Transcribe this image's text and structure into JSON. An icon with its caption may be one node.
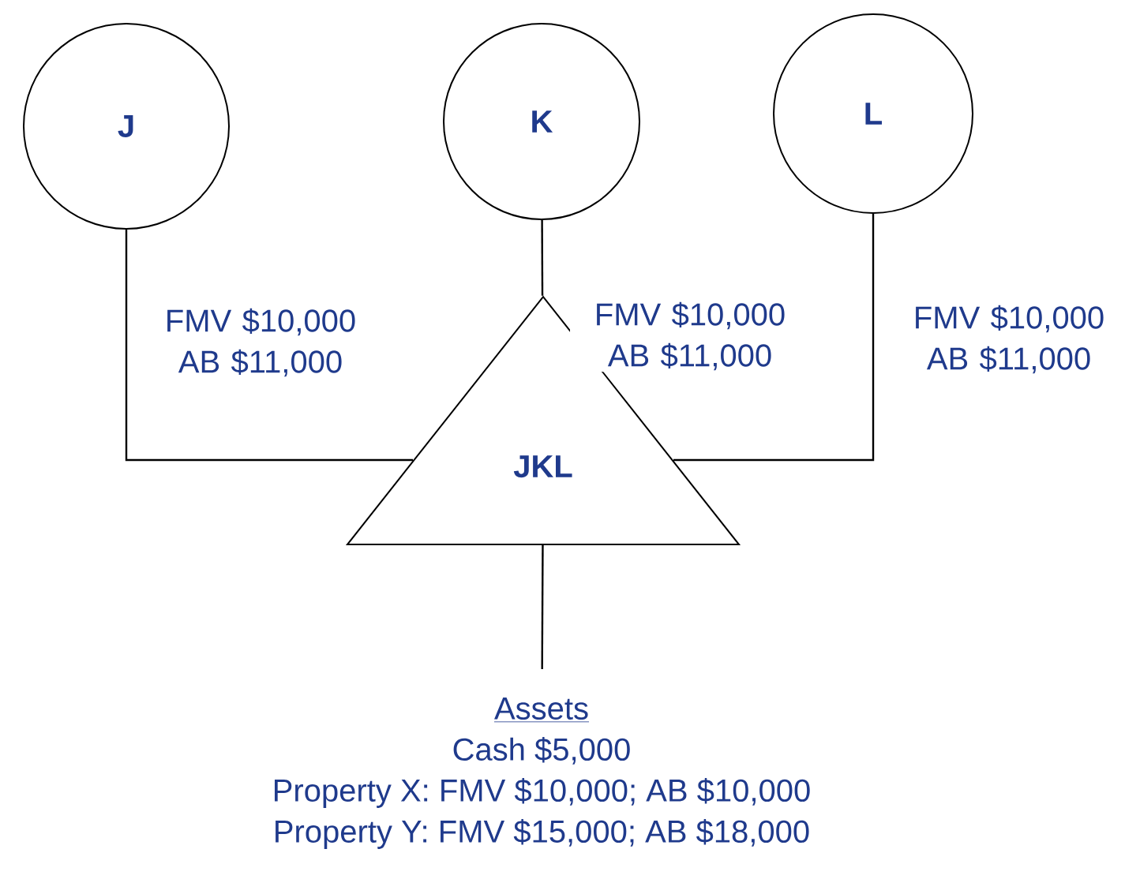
{
  "diagram": {
    "nodes": [
      {
        "text": [
          "J"
        ]
      },
      {
        "text": [
          "K"
        ]
      },
      {
        "text": [
          "L"
        ]
      },
      {
        "text": [
          "JKL"
        ]
      },
      {
        "text": [
          "Assets",
          "Cash $5,000",
          "Property X: FMV $10,000; AB $10,000",
          "Property Y: FMV $15,000; AB $18,000"
        ]
      }
    ],
    "edges": [
      {
        "from": 0,
        "to": 3,
        "arrow": "none",
        "label": "FMV $10,000 AB $11,000"
      },
      {
        "from": 1,
        "to": 3,
        "arrow": "none",
        "label": "FMV $10,000 AB $11,000"
      },
      {
        "from": 2,
        "to": 3,
        "arrow": "none",
        "label": "FMV $10,000 AB $11,000"
      },
      {
        "from": 3,
        "to": 4,
        "arrow": "none"
      }
    ]
  }
}
